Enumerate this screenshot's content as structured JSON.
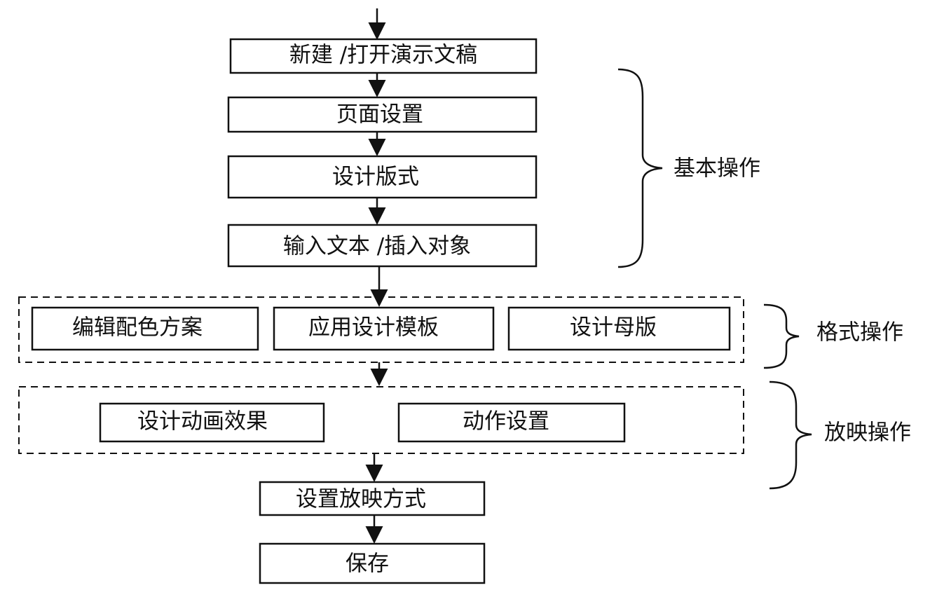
{
  "steps": {
    "new_open": "新建 /打开演示文稿",
    "page_setup": "页面设置",
    "design_layout": "设计版式",
    "input_text": "输入文本 /插入对象",
    "edit_color": "编辑配色方案",
    "apply_template": "应用设计模板",
    "design_master": "设计母版",
    "design_animation": "设计动画效果",
    "action_setup": "动作设置",
    "show_setup": "设置放映方式",
    "save": "保存"
  },
  "groups": {
    "basic": "基本操作",
    "format": "格式操作",
    "show": "放映操作"
  }
}
